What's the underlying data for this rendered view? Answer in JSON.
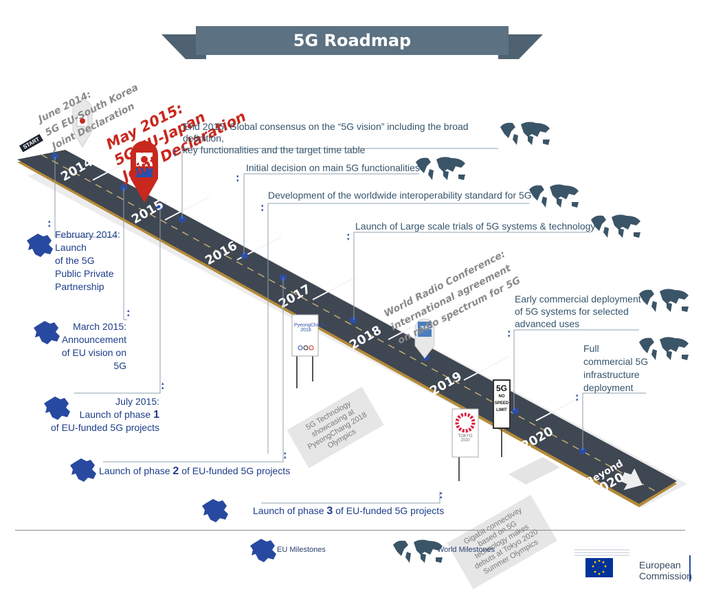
{
  "title": "5G Roadmap",
  "road": {
    "start_label": "START",
    "years": [
      "2014",
      "2015",
      "2016",
      "2017",
      "2018",
      "2019",
      "2020"
    ],
    "beyond": [
      "Beyond",
      "2020"
    ]
  },
  "world_milestones": [
    {
      "lines": [
        "End 2015: Global consensus on the “5G vision” including the broad definition,",
        "key functionalities and the target time table"
      ]
    },
    {
      "lines": [
        "Initial decision on main 5G functionalities"
      ]
    },
    {
      "lines": [
        "Development of the worldwide interoperability standard for 5G"
      ]
    },
    {
      "lines": [
        "Launch of Large scale trials of 5G systems & technology"
      ]
    },
    {
      "lines": [
        "Early commercial deployment",
        "of 5G systems for selected",
        "advanced uses"
      ]
    },
    {
      "lines": [
        "Full",
        "commercial 5G",
        "infrastructure",
        "deployment"
      ]
    }
  ],
  "eu_milestones": [
    {
      "lines": [
        "February 2014:",
        "Launch",
        "of the 5G",
        "Public Private",
        "Partnership"
      ]
    },
    {
      "lines": [
        "March 2015:",
        "Announcement",
        "of EU vision on 5G"
      ]
    },
    {
      "lines": [
        "July 2015:"
      ],
      "pre": "Launch of phase ",
      "num": "1",
      "post": "",
      "last": "of EU-funded 5G projects"
    },
    {
      "pre": "Launch of phase ",
      "num": "2",
      "post": " of EU-funded 5G projects"
    },
    {
      "pre": "Launch of phase ",
      "num": "3",
      "post": " of EU-funded 5G projects"
    }
  ],
  "pin_labels": {
    "korea": [
      "June 2014:",
      "5G EU-South Korea",
      "Joint Declaration"
    ],
    "japan": [
      "May 2015:",
      "5G EU-Japan",
      "Joint Declaration"
    ],
    "wrc": [
      "World Radio Conference:",
      "international agreement",
      "on radio spectrum for 5G"
    ],
    "wrc_badge": "WRC"
  },
  "signs": {
    "pyeongchang_logo": "PyeongChang 2018",
    "pyeongchang_card": [
      "5G Technology",
      "showcasing at",
      "PyeongChang 2018",
      "Olympics"
    ],
    "tokyo_logo": "TOKYO 2020",
    "tokyo_card": [
      "Gigabit connectivity",
      "based on 5G",
      "technology makes",
      "debuts at Tokyo 2020",
      "Summer Olympics"
    ],
    "speed_sign": [
      "5G",
      "NO",
      "SPEED",
      "LIMIT"
    ]
  },
  "legend": {
    "eu": "EU Milestones",
    "world": "World Milestones"
  },
  "footer": {
    "org_line1": "European",
    "org_line2": "Commission"
  },
  "colors": {
    "banner": "#5c7181",
    "road": "#3f4752",
    "road_edge": "#b48a38",
    "world": "#36546b",
    "eu": "#1d3d8a",
    "red": "#c8281e"
  }
}
